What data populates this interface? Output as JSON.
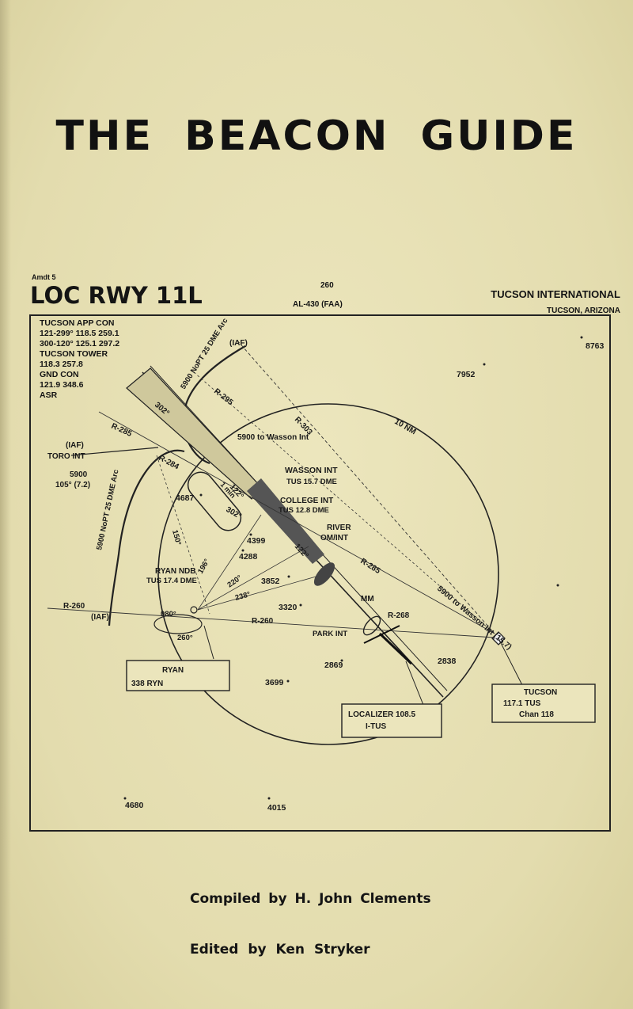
{
  "book": {
    "title": "THE BEACON GUIDE",
    "compiled_by": "Compiled by H. John Clements",
    "edited_by": "Edited by Ken Stryker"
  },
  "chart": {
    "amendment": "Amdt 5",
    "procedure": "LOC RWY 11L",
    "page_number": "260",
    "chart_id": "AL-430 (FAA)",
    "airport": "TUCSON INTERNATIONAL",
    "city": "TUCSON, ARIZONA",
    "comm": [
      "TUCSON APP CON",
      "121-299° 118.5 259.1",
      "300-120° 125.1 297.2",
      "TUCSON TOWER",
      "118.3 257.8",
      "GND CON",
      "121.9 348.6",
      "ASR"
    ],
    "labels": {
      "iaf": "(IAF)",
      "toro_int": "TORO INT",
      "toro_alt": "5900",
      "toro_course": "105° (7.2)",
      "arc_label": "5900 NoPT 25 DME Arc",
      "r285": "R-285",
      "r295": "R-295",
      "r303": "R-303",
      "r284": "R-284",
      "r260": "R-260",
      "r268": "R-268",
      "ten_nm": "10 NM",
      "wasson_to": "5900 to Wasson Int",
      "wasson_int": "WASSON INT",
      "wasson_dme": "TUS 15.7 DME",
      "college_int": "COLLEGE INT",
      "college_dme": "TUS 12.8 DME",
      "river": "RIVER",
      "om_int": "OM/INT",
      "ryan_ndb": "RYAN NDB",
      "ryan_dme": "TUS 17.4 DME",
      "course_122": "122°",
      "course_302": "302°",
      "course_150": "150°",
      "course_196": "196°",
      "course_220": "220°",
      "course_238": "238°",
      "course_080": "080°",
      "course_260": "260°",
      "one_min": "1 min",
      "mm": "MM",
      "park_int": "PARK INT",
      "wasson_right": "5900 to Wasson Int (15.7)",
      "ryan_box_title": "RYAN",
      "ryan_box_freq": "338 RYN",
      "loc_box_title": "LOCALIZER 108.5",
      "loc_box_id": "I-TUS",
      "tucson_box_title": "TUCSON",
      "tucson_box_freq": "117.1 TUS",
      "tucson_box_chan": "Chan 118"
    },
    "elevations": [
      "8763",
      "7952",
      "4687",
      "4399",
      "4288",
      "3852",
      "3320",
      "2869",
      "2838",
      "3699",
      "4680",
      "4015"
    ]
  }
}
